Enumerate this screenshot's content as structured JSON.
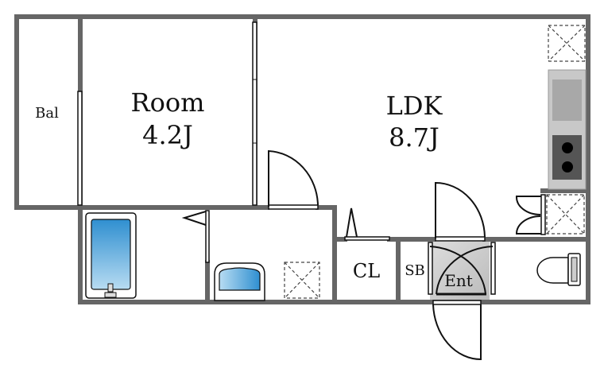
{
  "rooms": {
    "balcony": {
      "label": "Bal"
    },
    "room": {
      "label": "Room",
      "size": "4.2J"
    },
    "ldk": {
      "label": "LDK",
      "size": "8.7J"
    },
    "closet": {
      "label": "CL"
    },
    "shoe_box": {
      "label": "SB"
    },
    "entrance": {
      "label": "Ent"
    }
  },
  "colors": {
    "wall": "#666666",
    "fixture_blue": "#3a9ad6",
    "kitchen_gray": "#c8c8c8",
    "stove": "#555555"
  }
}
